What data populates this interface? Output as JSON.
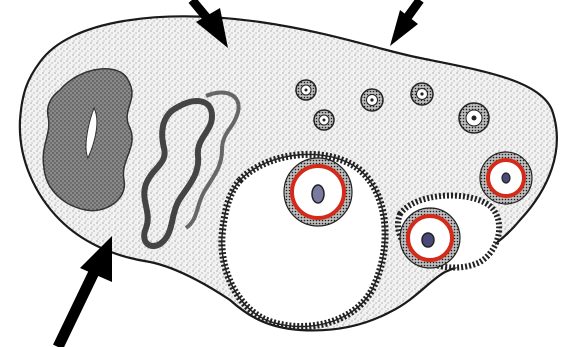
{
  "diagram": {
    "colors": {
      "background": "#ffffff",
      "outline": "#1a1a1a",
      "stipple": "#555555",
      "stroma_fill": "#f2f2f2",
      "corpus_fill": "#9a9a9a",
      "ring_red": "#d42a1a",
      "arrow": "#000000"
    },
    "arrows": [
      {
        "id": "top-left-arrow",
        "icon": "arrow-down-right-icon"
      },
      {
        "id": "top-right-arrow",
        "icon": "arrow-down-left-icon"
      },
      {
        "id": "bottom-left-arrow",
        "icon": "arrow-up-right-icon"
      }
    ],
    "follicles": {
      "primordial_count": 5,
      "growing_with_red_ring": 3,
      "large_antral": 1
    }
  }
}
